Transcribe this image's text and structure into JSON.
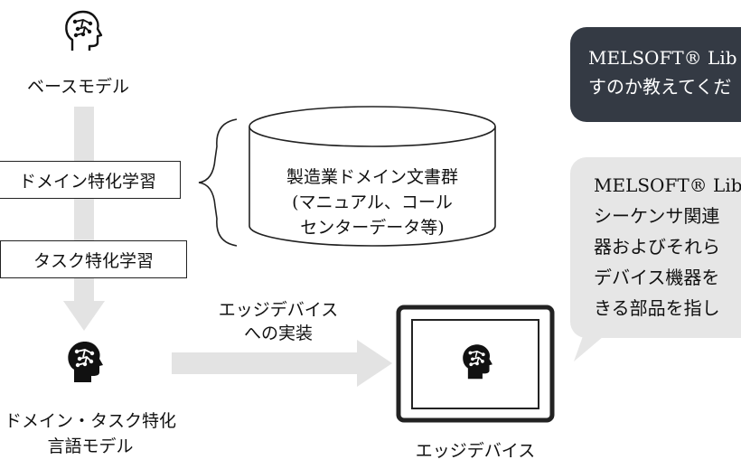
{
  "base_model": {
    "label": "ベースモデル"
  },
  "domain_training": {
    "label": "ドメイン特化学習"
  },
  "task_training": {
    "label": "タスク特化学習"
  },
  "final_model": {
    "line1": "ドメイン・タスク特化",
    "line2": "言語モデル"
  },
  "document_db": {
    "line1": "製造業ドメイン文書群",
    "line2": "(マニュアル、コール",
    "line3": "センターデータ等)"
  },
  "deploy_arrow": {
    "line1": "エッジデバイス",
    "line2": "への実装"
  },
  "edge_device": {
    "label": "エッジデバイス"
  },
  "chat": {
    "question": {
      "line1": "MELSOFT® Lib",
      "line2": "すのか教えてくだ"
    },
    "answer": {
      "line1": "MELSOFT® Lib",
      "line2": "シーケンサ関連",
      "line3": "器およびそれら",
      "line4": "デバイス機器を",
      "line5": "きる部品を指し"
    }
  },
  "colors": {
    "arrow": "#e3e3e3",
    "dark_bubble": "#343a44",
    "light_bubble": "#e6e6e6",
    "stroke": "#222222"
  },
  "icons": [
    "brain-head-outline-icon",
    "brain-head-solid-icon",
    "brain-head-solid-icon"
  ]
}
